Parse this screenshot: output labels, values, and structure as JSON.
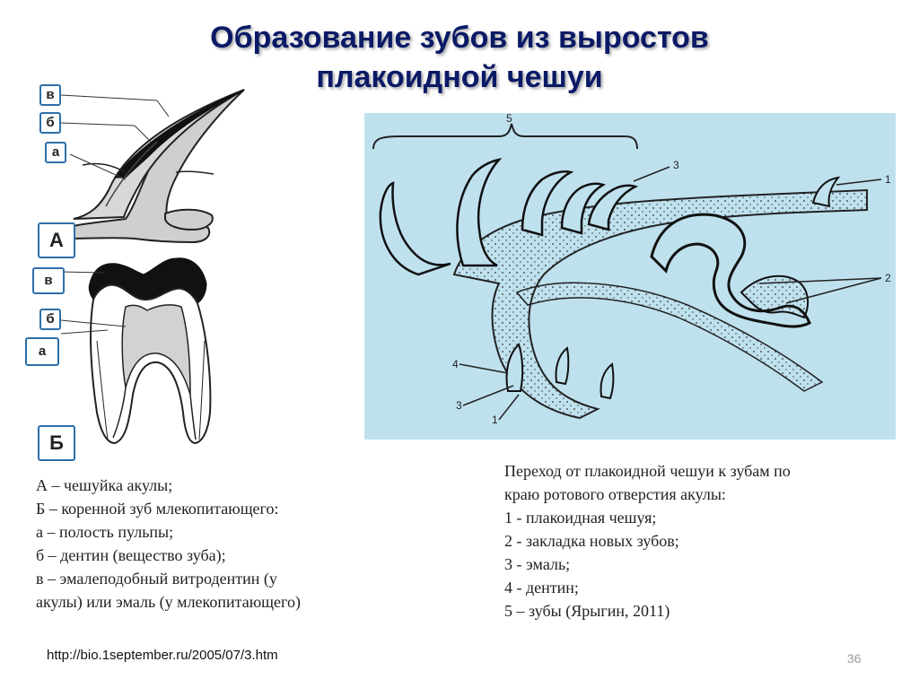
{
  "title": {
    "line1": "Образование зубов из выростов",
    "line2": "плакоидной чешуи"
  },
  "left_figure": {
    "scale_labels": {
      "v": "в",
      "b": "б",
      "a": "а"
    },
    "tooth_labels": {
      "v": "в",
      "b": "б",
      "a": "а"
    },
    "figure_a_label": "А",
    "figure_b_label": "Б"
  },
  "right_figure": {
    "numbers": {
      "n1_top": "1",
      "n2": "2",
      "n3_top": "3",
      "n4": "4",
      "n3_bottom": "3",
      "n1_bottom": "1",
      "n5": "5"
    }
  },
  "left_legend": [
    "А – чешуйка акулы;",
    "Б – коренной зуб млекопитающего:",
    "а – полость пульпы;",
    "б – дентин (вещество зуба);",
    "в – эмалеподобный витродентин (у",
    "акулы) или эмаль (у млекопитающего)"
  ],
  "right_legend": [
    "Переход от плакоидной чешуи к зубам по",
    "краю ротового отверстия акулы:",
    "1 - плакоидная чешуя;",
    "2 - закладка новых зубов;",
    "3 - эмаль;",
    "4 - дентин;",
    "5 – зубы  (Ярыгин, 2011)"
  ],
  "source_url": "http://bio.1september.ru/2005/07/3.htm",
  "page_number": "36",
  "colors": {
    "title": "#0a1a66",
    "label_border": "#2d6fa8",
    "panel_bg": "#bfe1ee"
  }
}
